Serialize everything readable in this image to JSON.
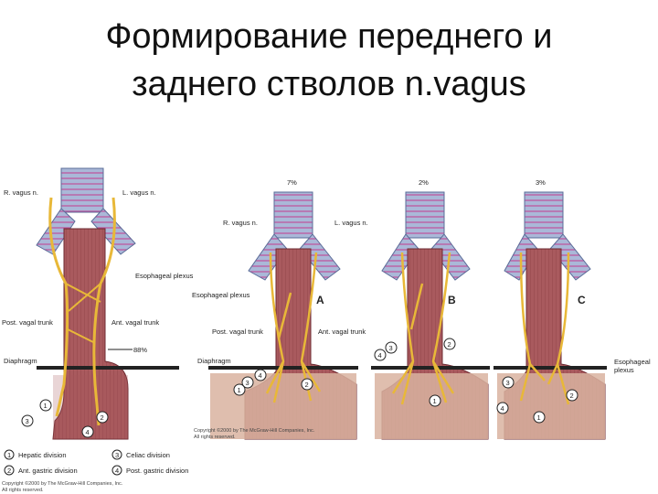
{
  "title": {
    "line1": "Формирование переднего и",
    "line2": "заднего стволов n.vagus"
  },
  "panel_main": {
    "r_vagus": "R. vagus n.",
    "l_vagus": "L. vagus n.",
    "esophageal_plexus": "Esophageal plexus",
    "post_vagal_trunk": "Post. vagal trunk",
    "ant_vagal_trunk": "Ant. vagal trunk",
    "percent": "88%",
    "diaphragm": "Diaphragm",
    "markers": [
      "1",
      "2",
      "3",
      "4"
    ]
  },
  "panel_a": {
    "percent": "7%",
    "letter": "A",
    "r_vagus": "R. vagus n.",
    "l_vagus": "L. vagus n.",
    "esophageal_plexus": "Esophageal plexus",
    "post_vagal_trunk": "Post. vagal trunk",
    "ant_vagal_trunk": "Ant. vagal trunk",
    "diaphragm": "Diaphragm",
    "markers": [
      "1",
      "2",
      "3",
      "4"
    ]
  },
  "panel_b": {
    "percent": "2%",
    "letter": "B",
    "markers": [
      "1",
      "2",
      "3",
      "4"
    ]
  },
  "panel_c": {
    "percent": "3%",
    "letter": "C",
    "esophageal_plexus_line1": "Esophageal",
    "esophageal_plexus_line2": "plexus",
    "markers": [
      "1",
      "2",
      "3",
      "4"
    ]
  },
  "legend": {
    "items": [
      {
        "num": "1",
        "label": "Hepatic division"
      },
      {
        "num": "2",
        "label": "Ant. gastric division"
      },
      {
        "num": "3",
        "label": "Celiac division"
      },
      {
        "num": "4",
        "label": "Post. gastric division"
      }
    ]
  },
  "copyright_main": "Copyright ©2000 by The McGraw-Hill Companies, Inc.",
  "copyright_main_2": "All rights reserved.",
  "copyright_mid": "Copyright ©2000 by The McGraw-Hill Companies, Inc.",
  "copyright_mid_2": "All rights reserved.",
  "colors": {
    "esophagus": "#a8565a",
    "stomach": "#d9b3a0",
    "trachea": "#a9b7d6",
    "nerve": "#e8b838",
    "diaphragm": "#222222"
  }
}
